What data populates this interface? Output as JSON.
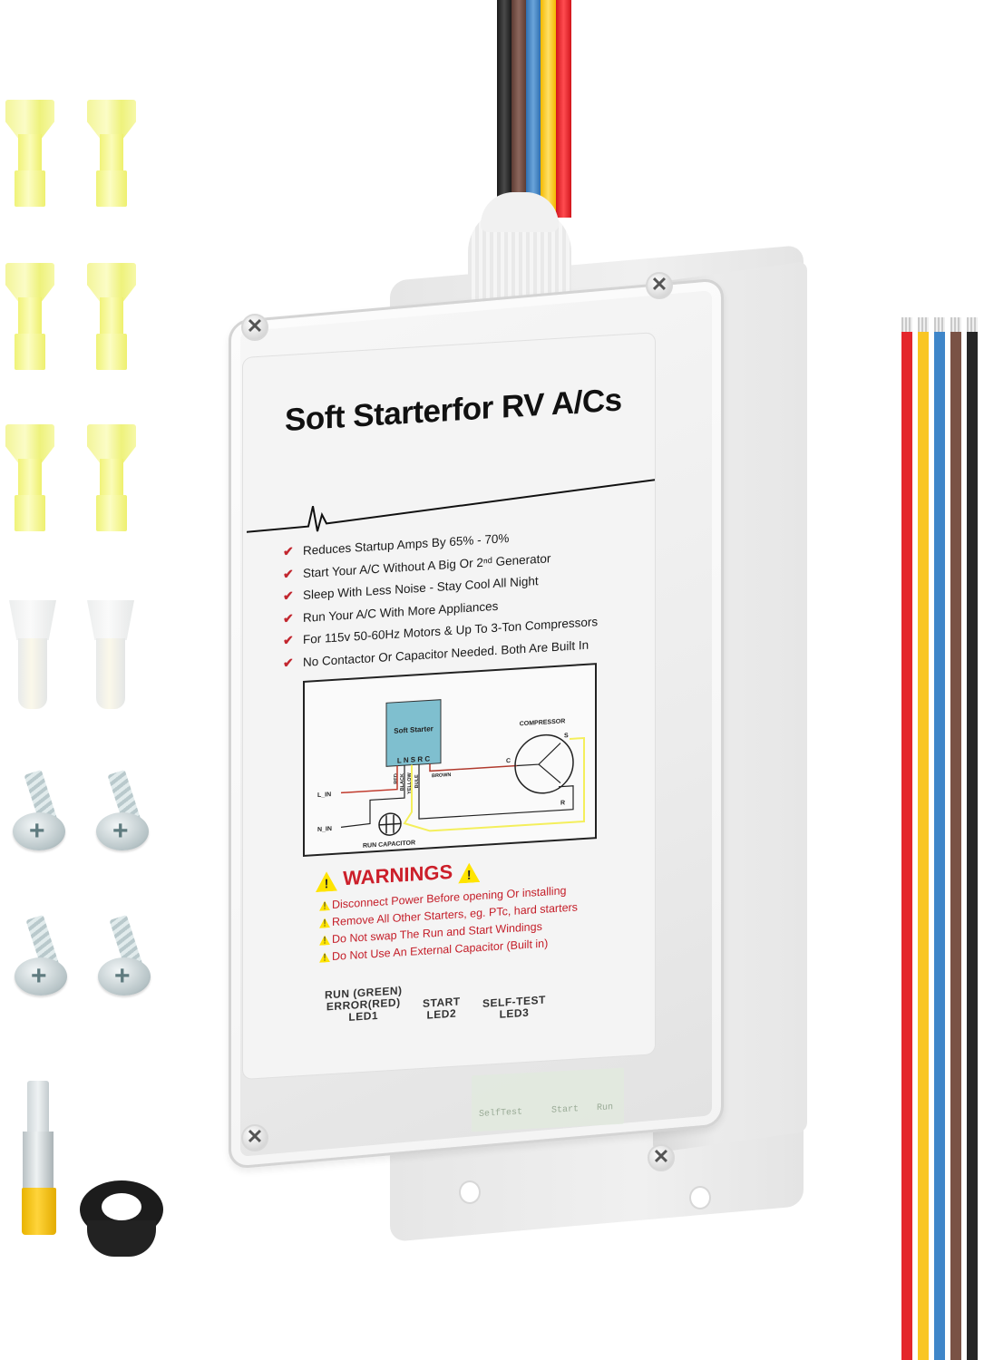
{
  "product": {
    "title": "Soft Starterfor RV A/Cs",
    "features": [
      "Reduces Startup Amps By 65% - 70%",
      "Start Your A/C Without A Big Or 2ⁿᵈ Generator",
      "Sleep With Less Noise - Stay Cool All Night",
      "Run Your A/C With More Appliances",
      "For 115v 50-60Hz Motors & Up To 3-Ton Compressors",
      "No Contactor Or Capacitor Needed. Both Are Built In"
    ],
    "check_icon": "✔"
  },
  "diagram": {
    "soft_starter_label": "Soft Starter",
    "terminals": "L N S R C",
    "compressor_label": "COMPRESSOR",
    "compressor_terminals": {
      "c": "C",
      "s": "S",
      "r": "R"
    },
    "wire_labels": [
      "RED",
      "BLACK",
      "YELLOW",
      "BULE",
      "BROWN"
    ],
    "inputs": {
      "l_in": "L_IN",
      "n_in": "N_IN"
    },
    "run_capacitor_label": "RUN CAPACITOR",
    "colors": {
      "starter_box": "#7fbfcf",
      "red_wire": "#c0392b",
      "yellow_wire": "#f4ef5c",
      "brown_wire": "#b03a2e"
    }
  },
  "warnings": {
    "title": "WARNINGS",
    "icon": "!",
    "items": [
      "Disconnect Power Before opening Or installing",
      "Remove All Other Starters, eg. PTc, hard starters",
      "Do Not swap The Run and Start Windings",
      "Do Not Use An External  Capacitor (Built in)"
    ]
  },
  "leds": [
    {
      "label": "RUN (GREEN)\nERROR(RED)\nLED1"
    },
    {
      "label": "START\nLED2"
    },
    {
      "label": "SELF-TEST\nLED3"
    }
  ],
  "pcb_labels": [
    "SelfTest",
    "Start",
    "Run"
  ],
  "wires": {
    "colors": [
      "#e4262b",
      "#f9c623",
      "#3f86c9",
      "#7a5245",
      "#262626"
    ],
    "names": [
      "red",
      "yellow",
      "blue",
      "brown",
      "black"
    ]
  },
  "accessories": {
    "female_connectors": 6,
    "wire_nuts": 2,
    "screws": 4,
    "piggyback_terminal": 1,
    "snap_bushing": 1
  }
}
